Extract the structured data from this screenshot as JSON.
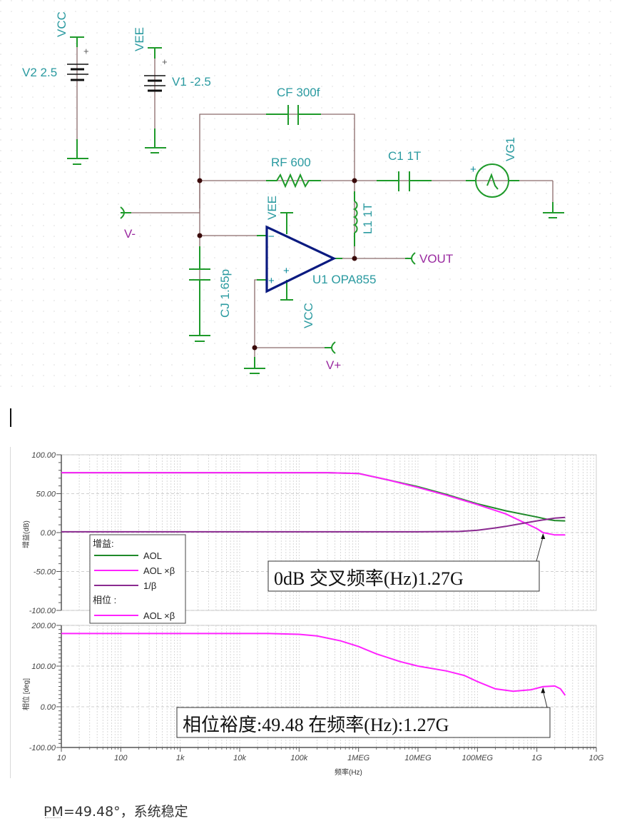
{
  "schematic": {
    "components": [
      {
        "id": "V2",
        "label": "V2 2.5",
        "net_label": "VCC",
        "polarity": "+"
      },
      {
        "id": "V1",
        "label": "V1 -2.5",
        "net_label": "VEE",
        "polarity": "+"
      },
      {
        "id": "CF",
        "label": "CF 300f"
      },
      {
        "id": "RF",
        "label": "RF 600"
      },
      {
        "id": "C1",
        "label": "C1 1T"
      },
      {
        "id": "L1",
        "label": "L1 1T"
      },
      {
        "id": "VG1",
        "label": "VG1",
        "polarity": "+"
      },
      {
        "id": "CJ",
        "label": "CJ 1.65p"
      },
      {
        "id": "U1",
        "label": "U1 OPA855",
        "supply_top": "VEE",
        "supply_bottom": "VCC",
        "inv": "−",
        "noninv": "+",
        "extra_plus": "+"
      }
    ],
    "terminals": {
      "vminus": "V-",
      "vplus": "V+",
      "vout": "VOUT"
    },
    "colors": {
      "wire": "#8a6a6a",
      "component": "#1e9a2a",
      "label": "#2a9aa0",
      "terminal_label": "#9a2aa0",
      "opamp": "#0a1a80",
      "node": "#3a0a0a",
      "pin_marker": "#e05050"
    }
  },
  "chart_data": [
    {
      "type": "line",
      "title": "",
      "xlabel": "频率(Hz)",
      "ylabel": "增益(dB)",
      "xscale": "log",
      "xlim": [
        10,
        10000000000
      ],
      "ylim": [
        -100,
        100
      ],
      "yticks": [
        "100.00",
        "50.00",
        "0.00",
        "-50.00",
        "-100.00"
      ],
      "grid": true,
      "legend_title_gain": "增益:",
      "legend_title_phase": "相位 :",
      "legend_placement": "bottom-left",
      "series": [
        {
          "name": "AOL",
          "color": "#1f8a2a",
          "x": [
            10,
            100000,
            300000,
            1000000,
            3000000,
            10000000,
            30000000,
            100000000,
            300000000,
            1000000000,
            1500000000,
            2000000000,
            3000000000
          ],
          "y": [
            77,
            77,
            77,
            76,
            68,
            59,
            49,
            37,
            28,
            20,
            17,
            15.5,
            15
          ]
        },
        {
          "name": "AOL ×β",
          "color": "#ff22ff",
          "x": [
            10,
            100000,
            300000,
            1000000,
            3000000,
            10000000,
            30000000,
            100000000,
            300000000,
            1000000000,
            1270000000,
            2000000000,
            3000000000
          ],
          "y": [
            77,
            77,
            77,
            76,
            68,
            58,
            48,
            36,
            24,
            5,
            0,
            -3,
            -3
          ]
        },
        {
          "name": "1/β",
          "color": "#8a2a90",
          "x": [
            10,
            10000000,
            50000000,
            100000000,
            200000000,
            300000000,
            500000000,
            1000000000,
            2000000000,
            3000000000
          ],
          "y": [
            1,
            1,
            1.5,
            3,
            6,
            8,
            11,
            15,
            18.5,
            19.5
          ]
        }
      ],
      "annotation": {
        "text": "0dB 交叉频率(Hz)1.27G",
        "x": 1270000000,
        "y": 0
      }
    },
    {
      "type": "line",
      "title": "",
      "xlabel": "频率(Hz)",
      "ylabel": "相位 [deg]",
      "xscale": "log",
      "xlim": [
        10,
        10000000000
      ],
      "ylim": [
        -100,
        200
      ],
      "yticks": [
        "200.00",
        "100.00",
        "0.00",
        "-100.00"
      ],
      "xticks": [
        "10",
        "100",
        "1k",
        "10k",
        "100k",
        "1MEG",
        "10MEG",
        "100MEG",
        "1G",
        "10G"
      ],
      "grid": true,
      "series": [
        {
          "name": "AOL ×β",
          "color": "#ff22ff",
          "x": [
            10,
            30000,
            100000,
            200000,
            500000,
            1000000,
            2000000,
            5000000,
            10000000,
            30000000,
            60000000,
            100000000,
            200000000,
            400000000,
            800000000,
            1270000000,
            2000000000,
            2500000000,
            3000000000
          ],
          "y": [
            180,
            180,
            178,
            174,
            162,
            148,
            130,
            111,
            100,
            88,
            77,
            62,
            44,
            38,
            42,
            49.5,
            51,
            44,
            28
          ]
        }
      ],
      "annotation": {
        "text": "相位裕度:49.48 在频率(Hz):1.27G",
        "x": 1270000000,
        "y": 49.48
      }
    }
  ],
  "caption": "PM=49.48°，系统稳定"
}
